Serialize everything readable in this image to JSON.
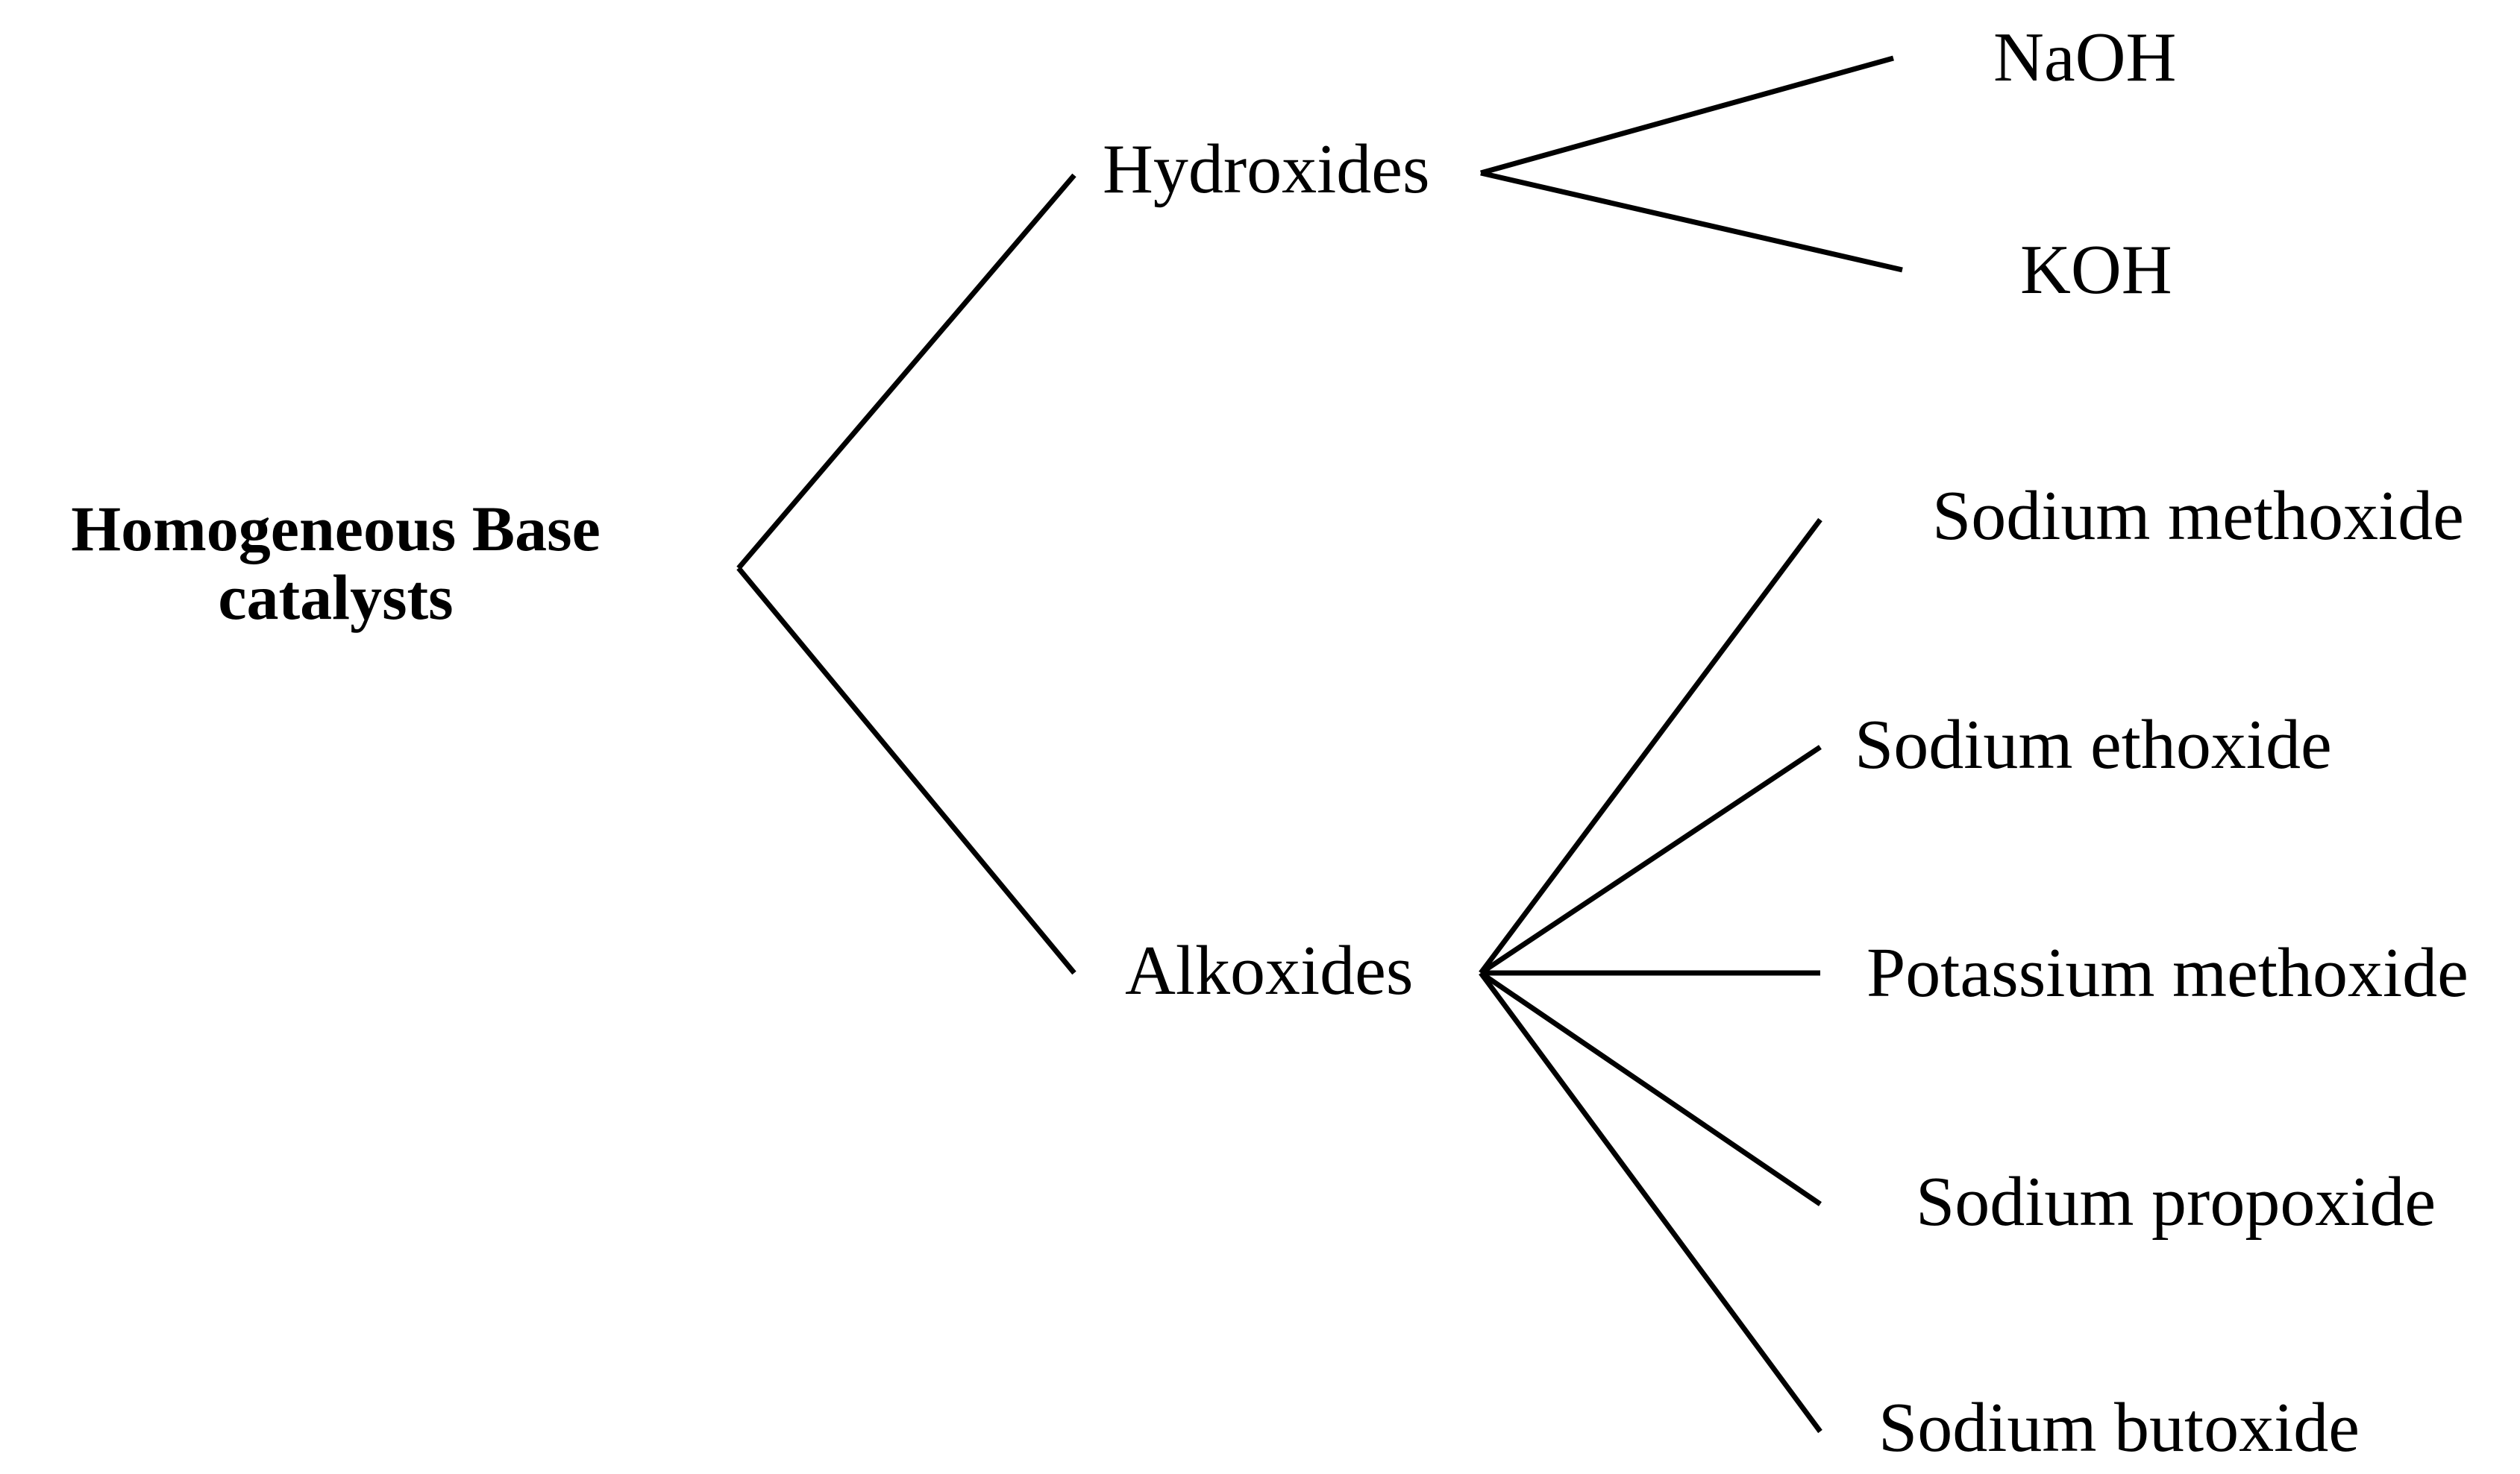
{
  "root": {
    "label_line1": "Homogeneous Base",
    "label_line2": "catalysts"
  },
  "categories": [
    {
      "label": "Hydroxides",
      "children": [
        "NaOH",
        "KOH"
      ]
    },
    {
      "label": "Alkoxides",
      "children": [
        "Sodium methoxide",
        "Sodium ethoxide",
        "Potassium methoxide",
        "Sodium propoxide",
        "Sodium butoxide"
      ]
    }
  ],
  "colors": {
    "line": "#000000",
    "text": "#000000",
    "background": "#ffffff"
  }
}
